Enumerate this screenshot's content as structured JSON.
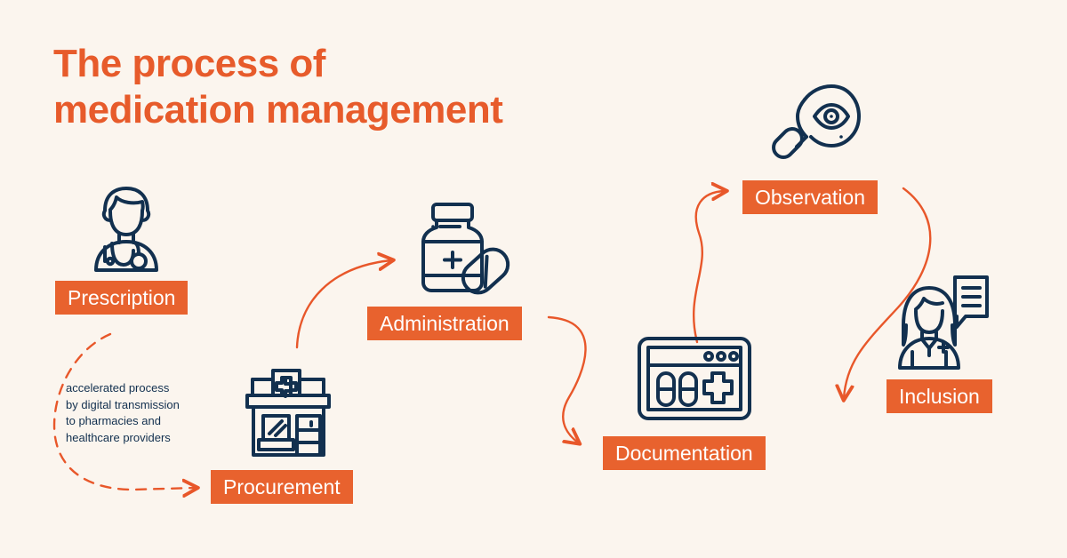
{
  "page": {
    "background_color": "#fbf5ee",
    "accent_color": "#e8622e",
    "ink_color": "#12304f",
    "title": "The process of\nmedication management"
  },
  "annotation": {
    "name": "accelerated-process-note",
    "text": "accelerated process\nby digital transmission\nto pharmacies and\nhealthcare providers"
  },
  "steps": [
    {
      "id": "prescription",
      "label": "Prescription",
      "icon": "doctor-stethoscope-icon"
    },
    {
      "id": "procurement",
      "label": "Procurement",
      "icon": "pharmacy-storefront-icon"
    },
    {
      "id": "administration",
      "label": "Administration",
      "icon": "pill-bottle-capsule-icon"
    },
    {
      "id": "documentation",
      "label": "Documentation",
      "icon": "screen-medication-record-icon"
    },
    {
      "id": "observation",
      "label": "Observation",
      "icon": "magnifier-eye-icon"
    },
    {
      "id": "inclusion",
      "label": "Inclusion",
      "icon": "nurse-speech-bubble-icon"
    }
  ],
  "connectors": [
    {
      "id": "prescription-to-procurement",
      "style": "dashed"
    },
    {
      "id": "procurement-to-administration",
      "style": "solid"
    },
    {
      "id": "administration-to-documentation",
      "style": "solid"
    },
    {
      "id": "documentation-to-observation",
      "style": "solid"
    },
    {
      "id": "observation-to-inclusion",
      "style": "solid"
    }
  ]
}
